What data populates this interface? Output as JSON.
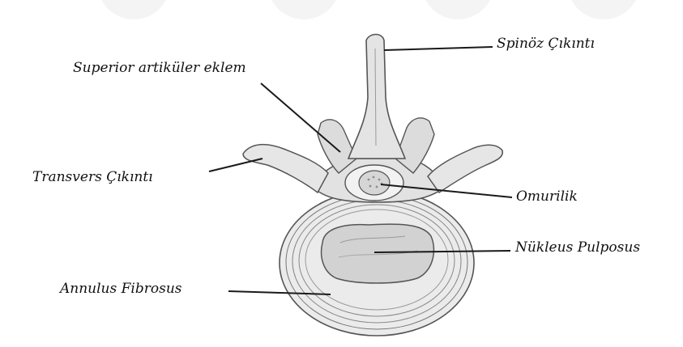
{
  "labels": {
    "spinoz": "Spinöz Çıkıntı",
    "superior": "Superior artiküler eklem",
    "transvers": "Transvers Çıkıntı",
    "omurilik": "Omurilik",
    "nukleus": "Nükleus Pulposus",
    "annulus": "Annulus Fibrosus"
  },
  "colors": {
    "line": "#1a1a1a",
    "bone_fill": "#e9e9e9",
    "bone_stroke": "#555555",
    "nucleus_fill": "#cfcfcf",
    "background": "#ffffff"
  }
}
